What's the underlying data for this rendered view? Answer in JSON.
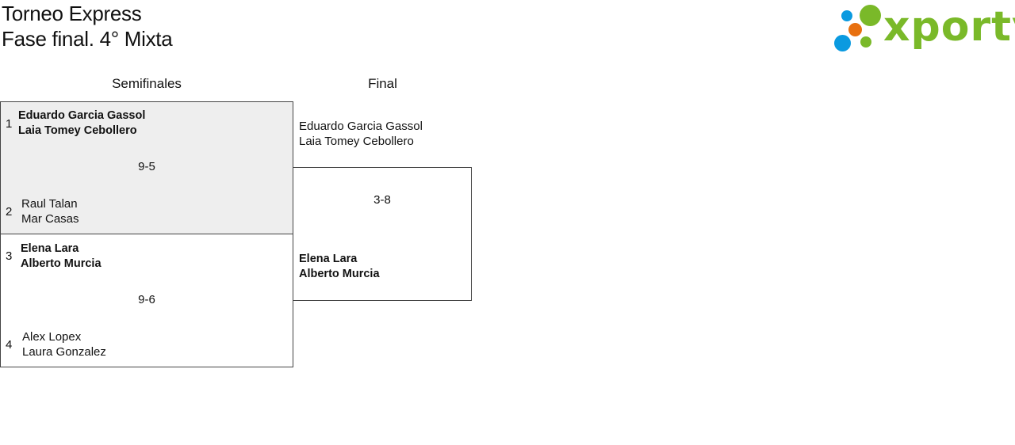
{
  "header": {
    "title": "Torneo Express",
    "subtitle": "Fase final. 4° Mixta"
  },
  "logo": {
    "text": "xporty",
    "colors": {
      "green": "#7ab929",
      "blue": "#0a9ae0",
      "orange": "#e8700f"
    }
  },
  "rounds": [
    "Semifinales",
    "Final"
  ],
  "semifinals": [
    {
      "score": "9-5",
      "teams": [
        {
          "seed": "1",
          "players": [
            "Eduardo Garcia Gassol",
            "Laia Tomey Cebollero"
          ],
          "winner": true
        },
        {
          "seed": "2",
          "players": [
            "Raul Talan",
            "Mar Casas"
          ],
          "winner": false
        }
      ]
    },
    {
      "score": "9-6",
      "teams": [
        {
          "seed": "3",
          "players": [
            "Elena Lara",
            "Alberto Murcia"
          ],
          "winner": true
        },
        {
          "seed": "4",
          "players": [
            "Alex Lopex",
            "Laura Gonzalez"
          ],
          "winner": false
        }
      ]
    }
  ],
  "final": {
    "score": "3-8",
    "teams": [
      {
        "players": [
          "Eduardo Garcia Gassol",
          "Laia Tomey Cebollero"
        ],
        "winner": false
      },
      {
        "players": [
          "Elena Lara",
          "Alberto Murcia"
        ],
        "winner": true
      }
    ]
  }
}
